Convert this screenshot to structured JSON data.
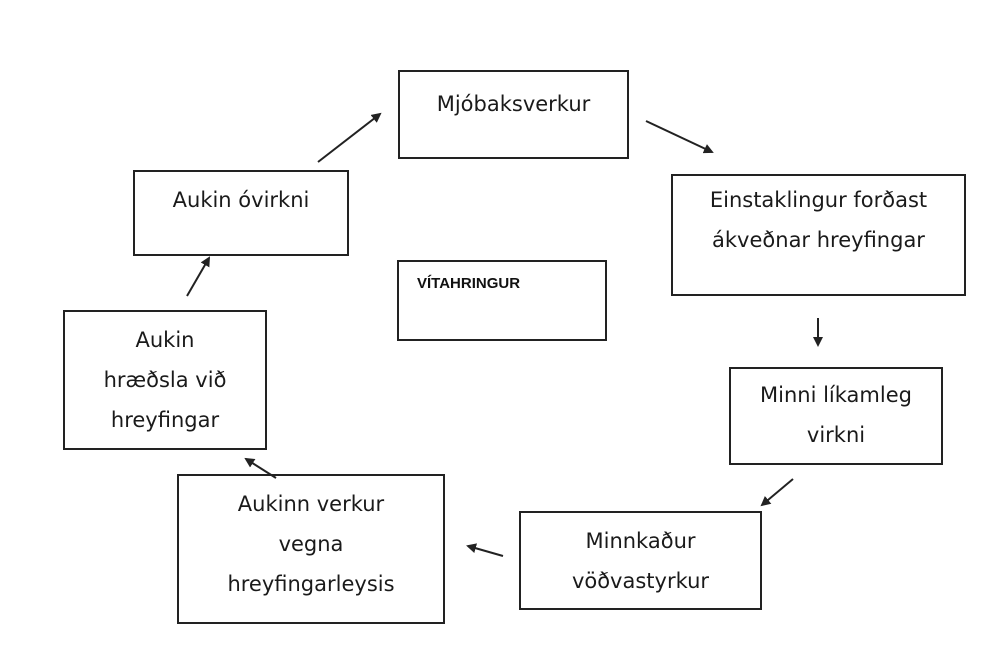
{
  "diagram": {
    "center_label": "VÍTAHRINGUR",
    "nodes": [
      {
        "id": "mjobaksverkur",
        "label": "Mjóbaksverkur"
      },
      {
        "id": "forðast",
        "label": "Einstaklingur forðast\nákveðnar hreyfingar"
      },
      {
        "id": "minni-virkni",
        "label": "Minni líkamleg\nvirkni"
      },
      {
        "id": "voðvastyrkur",
        "label": "Minnkaður\nvöðvastyrkur"
      },
      {
        "id": "aukinn-verkur",
        "label": "Aukinn verkur\nvegna\nhreyfingarleysis"
      },
      {
        "id": "hraedsla",
        "label": "Aukin\nhræðsla við\nhreyfingar"
      },
      {
        "id": "ovirkni",
        "label": "Aukin óvirkni"
      }
    ],
    "edges": [
      {
        "from": "mjobaksverkur",
        "to": "forðast"
      },
      {
        "from": "forðast",
        "to": "minni-virkni"
      },
      {
        "from": "minni-virkni",
        "to": "voðvastyrkur"
      },
      {
        "from": "voðvastyrkur",
        "to": "aukinn-verkur"
      },
      {
        "from": "aukinn-verkur",
        "to": "hraedsla"
      },
      {
        "from": "hraedsla",
        "to": "ovirkni"
      },
      {
        "from": "ovirkni",
        "to": "mjobaksverkur"
      }
    ],
    "colors": {
      "stroke": "#222222",
      "text": "#1a1a1a",
      "background": "#ffffff"
    }
  }
}
